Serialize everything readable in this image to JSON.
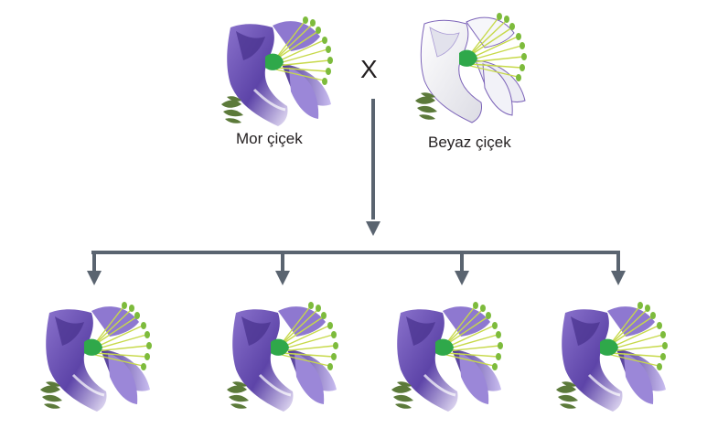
{
  "parents": {
    "purple": {
      "label": "Mor çiçek"
    },
    "white": {
      "label": "Beyaz çiçek"
    },
    "cross_symbol": "X"
  },
  "offspring": [
    {
      "color": "purple"
    },
    {
      "color": "purple"
    },
    {
      "color": "purple"
    },
    {
      "color": "purple"
    }
  ],
  "colors": {
    "petal_purple": "#6a4fb0",
    "petal_purple_light": "#b7a6e6",
    "petal_white": "#f4f4f8",
    "petal_white_outline": "#7b62b8",
    "stem_green": "#3aa84a",
    "sepal_green": "#5c7a3a",
    "anther_green": "#7dbb3c",
    "arrow_gray": "#5a6470"
  }
}
